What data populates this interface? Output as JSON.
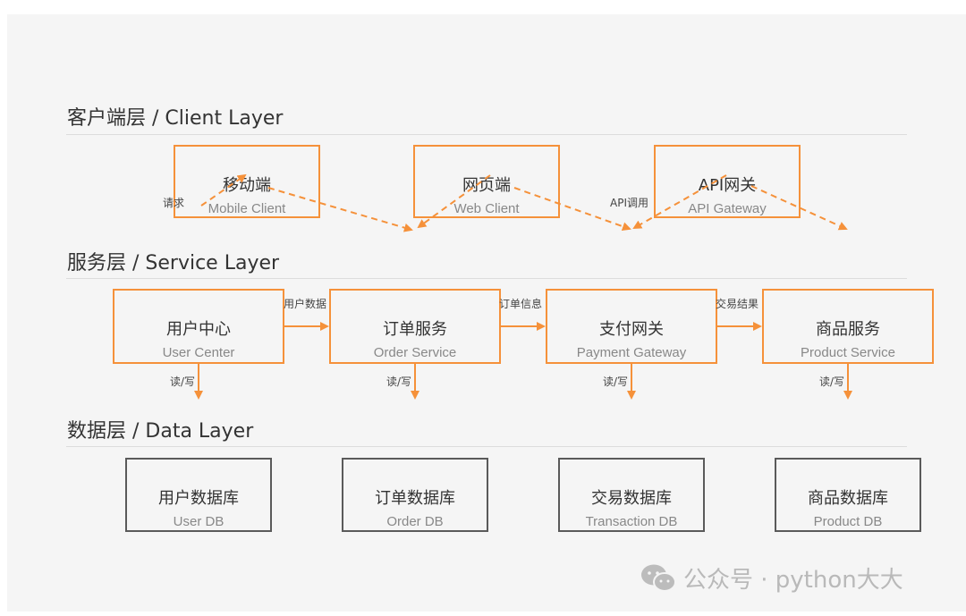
{
  "layers": [
    {
      "title": "客户端层 / Client Layer"
    },
    {
      "title": "服务层 / Service Layer"
    },
    {
      "title": "数据层 / Data Layer"
    }
  ],
  "client": [
    {
      "title": "移动端",
      "subtitle": "Mobile Client"
    },
    {
      "title": "网页端",
      "subtitle": "Web Client"
    },
    {
      "title": "API网关",
      "subtitle": "API Gateway"
    }
  ],
  "services": [
    {
      "title": "用户中心",
      "subtitle": "User Center"
    },
    {
      "title": "订单服务",
      "subtitle": "Order Service"
    },
    {
      "title": "支付网关",
      "subtitle": "Payment Gateway"
    },
    {
      "title": "商品服务",
      "subtitle": "Product Service"
    }
  ],
  "databases": [
    {
      "title": "用户数据库",
      "subtitle": "User DB"
    },
    {
      "title": "订单数据库",
      "subtitle": "Order DB"
    },
    {
      "title": "交易数据库",
      "subtitle": "Transaction DB"
    },
    {
      "title": "商品数据库",
      "subtitle": "Product DB"
    }
  ],
  "labels": {
    "request": "请求",
    "api_call": "API调用",
    "user_data": "用户数据",
    "order_info": "订单信息",
    "trade_result": "交易结果",
    "read_write": "读/写"
  },
  "watermark": {
    "text": "公众号 · python大大",
    "icon": "wechat-icon"
  },
  "colors": {
    "accent": "#f5913a",
    "db_border": "#5a5a5a"
  }
}
